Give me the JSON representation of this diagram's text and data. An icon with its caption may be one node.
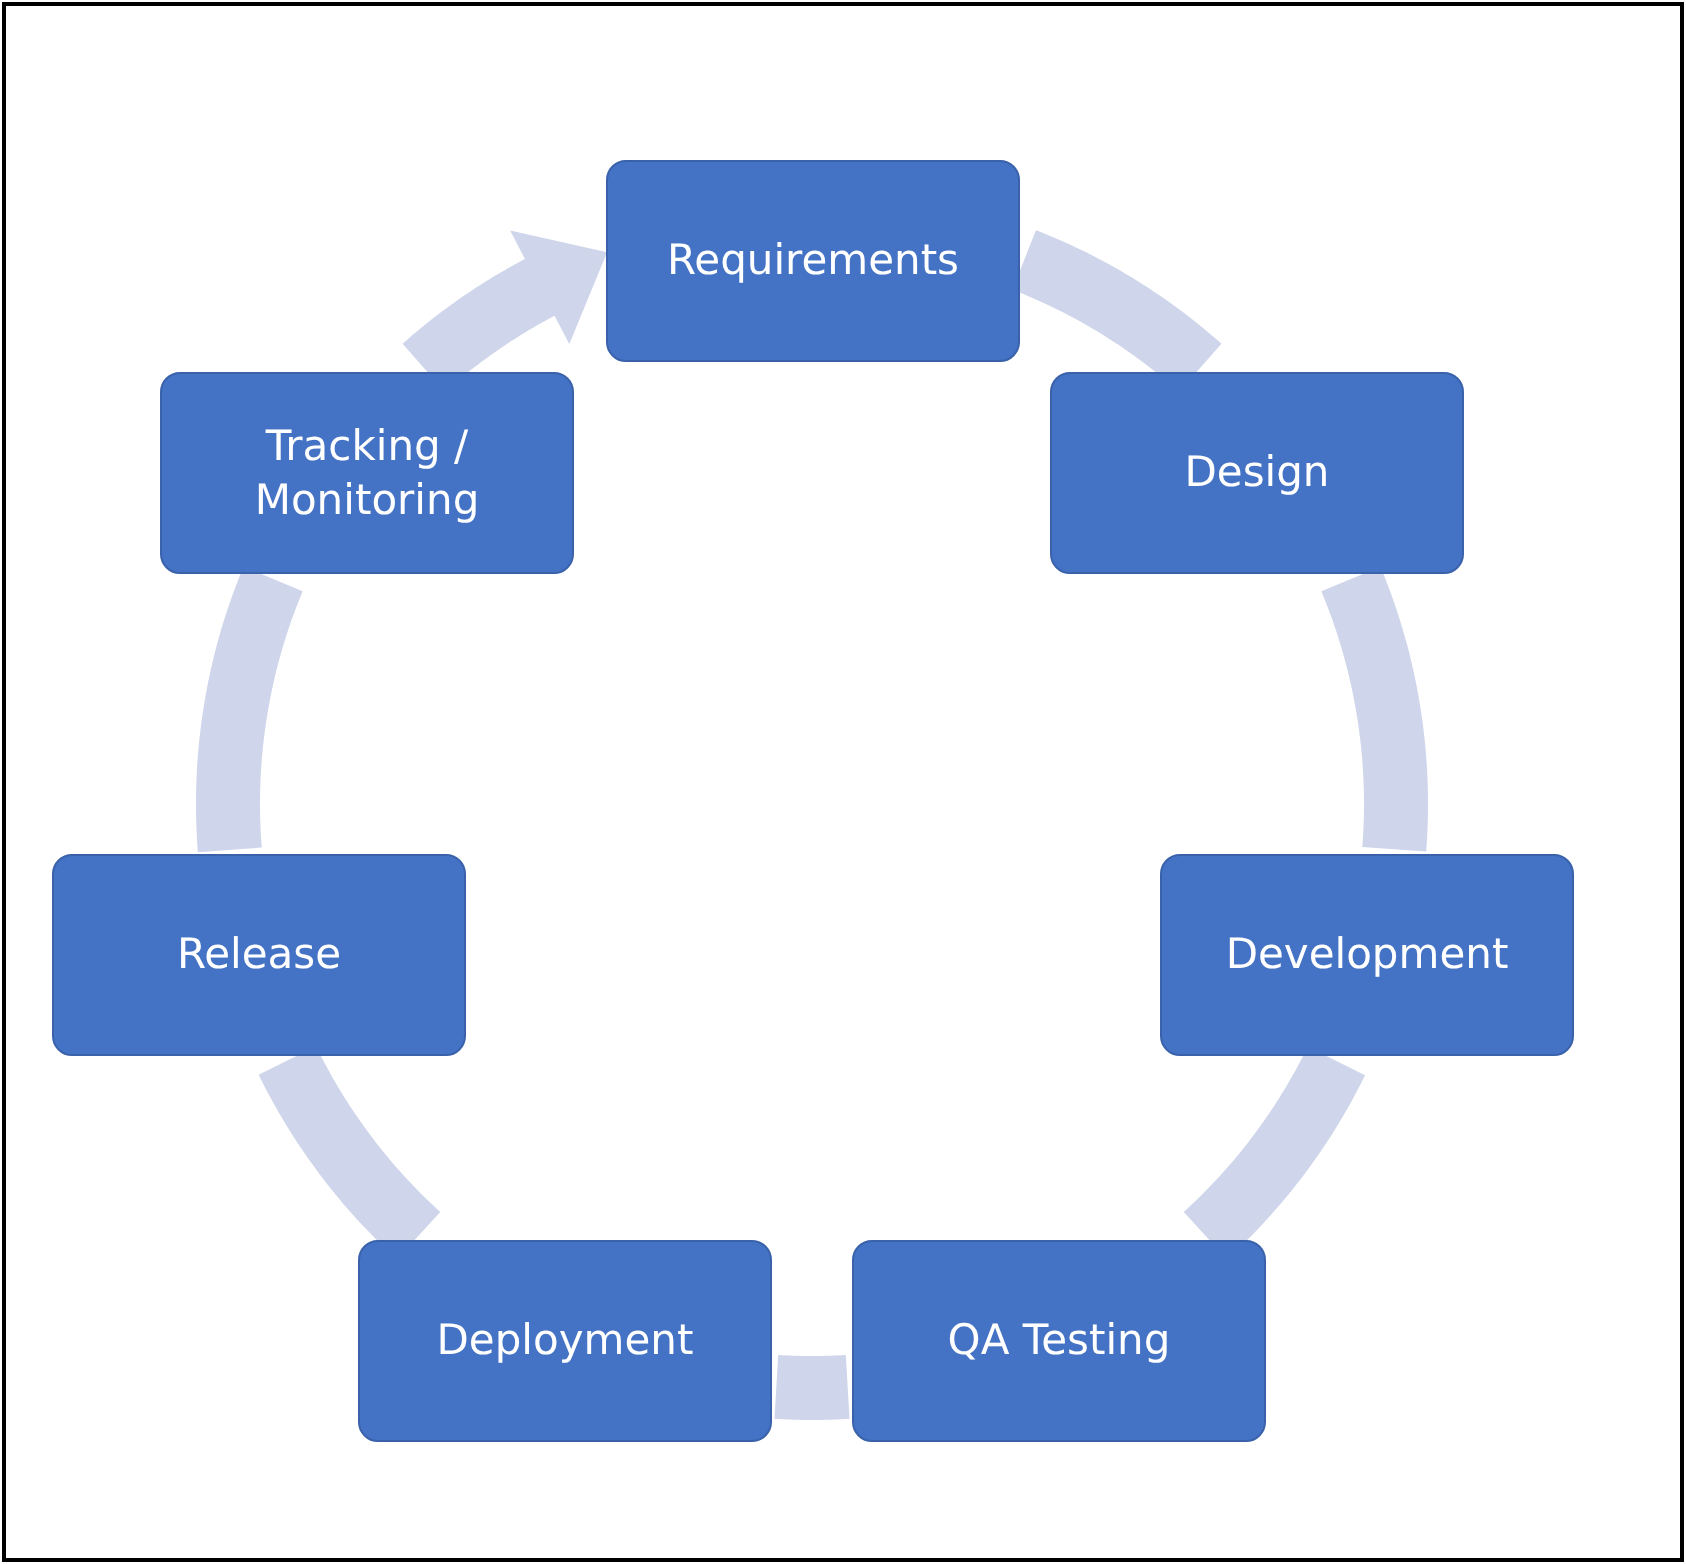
{
  "diagram": {
    "nodes": [
      {
        "text": [
          "Requirements"
        ]
      },
      {
        "text": [
          "Design"
        ]
      },
      {
        "text": [
          "Development"
        ]
      },
      {
        "text": [
          "QA Testing"
        ]
      },
      {
        "text": [
          "Deployment"
        ]
      },
      {
        "text": [
          "Release"
        ]
      },
      {
        "text": [
          "Tracking / Monitoring"
        ]
      }
    ],
    "edges": [
      {
        "from": 0,
        "to": 1,
        "arrow": "none"
      },
      {
        "from": 1,
        "to": 2,
        "arrow": "none"
      },
      {
        "from": 2,
        "to": 3,
        "arrow": "none"
      },
      {
        "from": 3,
        "to": 4,
        "arrow": "none"
      },
      {
        "from": 4,
        "to": 5,
        "arrow": "none"
      },
      {
        "from": 5,
        "to": 6,
        "arrow": "none"
      },
      {
        "from": 6,
        "to": 0,
        "arrow": "to"
      }
    ]
  }
}
